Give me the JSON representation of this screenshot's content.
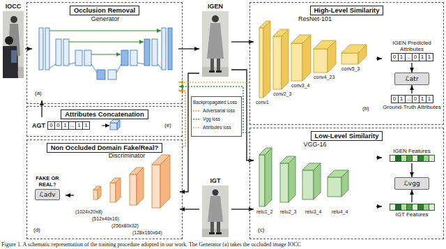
{
  "diagram": {
    "caption": "Figure 1. A schematic representation of the training procedure adopted in our work. The Generator (a) takes the occluded image IOCC",
    "nodes": [
      {
        "text": [
          "IOCC"
        ]
      },
      {
        "text": [
          "Occlusion Removal"
        ]
      },
      {
        "text": [
          "Generator"
        ],
        "in": 1
      },
      {
        "text": [
          "Attributes Concatenation"
        ]
      },
      {
        "text": [
          "AGT",
          "0",
          "0",
          "1",
          "...",
          "1",
          "1"
        ],
        "in": 3
      },
      {
        "text": [
          "Non Occluded Domain Fake/Real?"
        ]
      },
      {
        "text": [
          "FAKE OR REAL?",
          "ℒadv"
        ],
        "in": 5
      },
      {
        "text": [
          "Discriminator"
        ],
        "in": 5
      },
      {
        "text": [
          "IGEN"
        ]
      },
      {
        "text": [
          "IGT"
        ]
      },
      {
        "text": [
          "High-Level Similarity"
        ]
      },
      {
        "text": [
          "ResNet-101"
        ],
        "in": 10
      },
      {
        "text": [
          "IGEN Predicted Attributes",
          "0",
          "1",
          "...",
          "0",
          "1",
          "1"
        ],
        "in": 10
      },
      {
        "text": [
          "ℒatr"
        ],
        "in": 10
      },
      {
        "text": [
          "0",
          "1",
          "...",
          "0",
          "1",
          "1",
          "Ground-Truth Attributes"
        ],
        "in": 10
      },
      {
        "text": [
          "Low-Level Similarity"
        ]
      },
      {
        "text": [
          "VGG-16"
        ],
        "in": 15
      },
      {
        "text": [
          "IGEN Features"
        ],
        "in": 15
      },
      {
        "text": [
          "ℒvgg"
        ],
        "in": 15
      },
      {
        "text": [
          "IGT Features"
        ],
        "in": 15
      }
    ],
    "edges": [
      {
        "from": 0,
        "to": 2,
        "arrow": "to"
      },
      {
        "from": 2,
        "to": 8,
        "arrow": "to"
      },
      {
        "from": 4,
        "to": 2,
        "arrow": "to"
      },
      {
        "from": 8,
        "to": 11,
        "arrow": "to"
      },
      {
        "from": 8,
        "to": 16,
        "arrow": "to"
      },
      {
        "from": 8,
        "to": 7,
        "arrow": "to"
      },
      {
        "from": 9,
        "to": 16,
        "arrow": "to"
      },
      {
        "from": 9,
        "to": 7,
        "arrow": "to"
      },
      {
        "from": 11,
        "to": 12,
        "arrow": "to"
      },
      {
        "from": 12,
        "to": 13,
        "arrow": "to"
      },
      {
        "from": 14,
        "to": 13,
        "arrow": "to"
      },
      {
        "from": 16,
        "to": 17,
        "arrow": "to"
      },
      {
        "from": 16,
        "to": 19,
        "arrow": "to"
      },
      {
        "from": 17,
        "to": 18,
        "arrow": "to"
      },
      {
        "from": 19,
        "to": 18,
        "arrow": "to"
      },
      {
        "from": 7,
        "to": 6,
        "arrow": "to"
      },
      {
        "from": 10,
        "to": 2,
        "arrow": "to"
      },
      {
        "from": 15,
        "to": 2,
        "arrow": "to"
      },
      {
        "from": 5,
        "to": 2,
        "arrow": "to"
      }
    ],
    "labels": [
      "(a)",
      "(b)",
      "(c)",
      "(d)",
      "(e)",
      "conv1",
      "conv2_3",
      "conv3_4",
      "conv4_23",
      "conv5_3",
      "relu1_2",
      "relu2_3",
      "relu3_4",
      "relu4_4",
      "(1024x20x8)",
      "(512x40x16)",
      "(256x80x32)",
      "(128x160x64)",
      "Backpropagated Loss"
    ],
    "legend": [
      {
        "text": "Adversarial loss"
      },
      {
        "text": "Vgg loss"
      },
      {
        "text": "Attributes loss"
      }
    ]
  }
}
